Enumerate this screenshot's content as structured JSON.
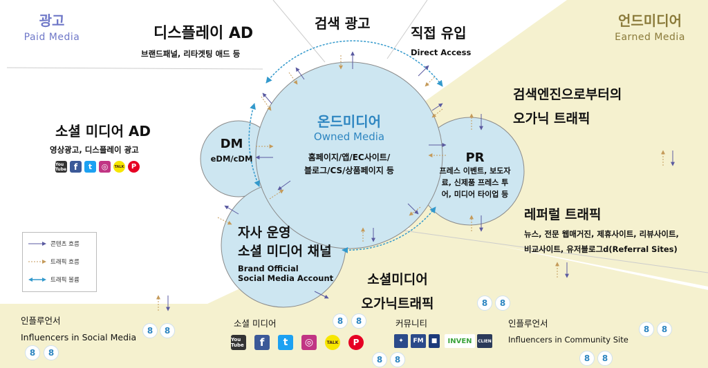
{
  "paid": {
    "title_ko": "광고",
    "title_en": "Paid Media"
  },
  "earned": {
    "title_ko": "언드미디어",
    "title_en": "Earned Media"
  },
  "display_ad": {
    "title": "디스플레이 AD",
    "sub": "브랜드패널, 리타겟팅 애드 등"
  },
  "search_ad": {
    "title": "검색 광고"
  },
  "direct": {
    "title": "직접 유입",
    "sub": "Direct Access"
  },
  "social_ad": {
    "title": "소셜 미디어 AD",
    "sub": "영상광고, 디스플레이 광고"
  },
  "owned": {
    "title_ko": "온드미디어",
    "title_en": "Owned Media",
    "line1": "홈페이지/앱/EC사이트/",
    "line2": "블로그/CS/상품페이지 등"
  },
  "dm": {
    "title": "DM",
    "sub": "eDM/cDM"
  },
  "pr": {
    "title": "PR",
    "line1": "프레스 이벤트, 보도자",
    "line2": "료, 신제품 프레스 투",
    "line3": "어, 미디어 타이업 등"
  },
  "own_social": {
    "title1": "자사 운영",
    "title2": "소셜 미디어 채널",
    "sub1": "Brand Official",
    "sub2": "Social Media Account"
  },
  "organic_search": {
    "line1": "검색엔진으로부터의",
    "line2": "오가닉 트래픽"
  },
  "referral": {
    "title": "레퍼럴 트래픽",
    "line1": "뉴스, 전문 웹매거진, 제휴사이트, 리뷰사이트,",
    "line2": "비교사이트, 유저블로그d(Referral Sites)"
  },
  "social_organic": {
    "line1": "소셜미디어",
    "line2": "오가닉트래픽"
  },
  "legend": {
    "content_flow": "콘텐츠 흐름",
    "traffic_flow": "트래픽 흐름",
    "traffic_volume": "트래픽 볼륨"
  },
  "bottom": {
    "infl_social_ko": "인플루언서",
    "infl_social_en": "Influencers in Social Media",
    "social_media": "소셜 미디어",
    "community": "커뮤니티",
    "infl_comm_ko": "인플루언서",
    "infl_comm_en": "Influencers in Community Site"
  },
  "icons": {
    "youtube": "You Tube",
    "facebook": "f",
    "twitter": "t",
    "instagram": "◎",
    "kakao": "TALK",
    "pinterest": "P",
    "fm": "FM",
    "inven": "INVEN",
    "clien": "CLIEN"
  },
  "colors": {
    "earned_bg": "#f5f1cf",
    "circle": "#cde6f1",
    "circle_stroke": "#8a8a8a",
    "content_arrow": "#5a5aa0",
    "traffic_arrow": "#c49a5a",
    "volume_arrow": "#3399cc"
  }
}
